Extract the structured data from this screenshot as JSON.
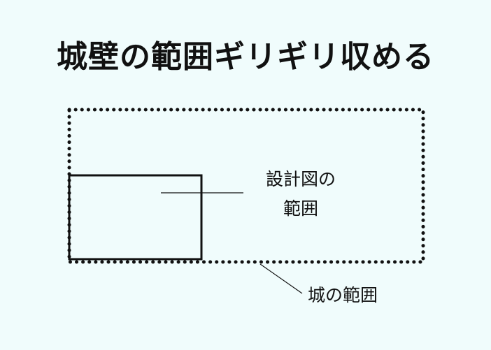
{
  "title": "城壁の範囲ギリギリ収める",
  "labels": {
    "design_line1": "設計図の",
    "design_line2": "範囲",
    "castle": "城の範囲"
  },
  "colors": {
    "background": "#f0fcfc",
    "ink": "#111111"
  }
}
